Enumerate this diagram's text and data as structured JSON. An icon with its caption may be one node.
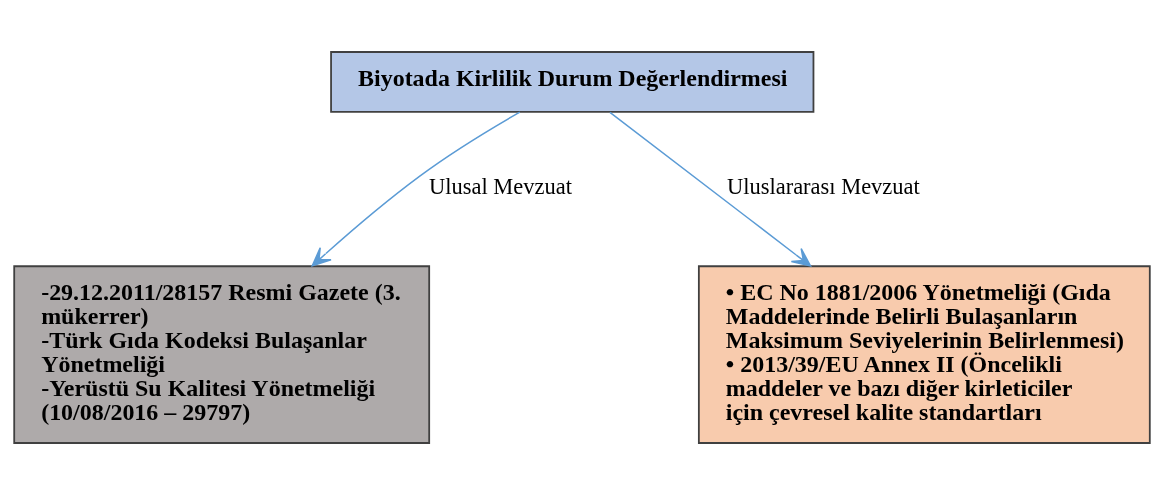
{
  "diagram": {
    "nodes": [
      {
        "text": [
          "Biyotada Kirlilik Durum Değerlendirmesi"
        ]
      },
      {
        "text": [
          "-29.12.2011/28157 Resmi Gazete (3. mükerrer)",
          "-Türk Gıda Kodeksi Bulaşanlar Yönetmeliği",
          "-Yerüstü Su Kalitesi Yönetmeliği (10/08/2016 – 29797)"
        ]
      },
      {
        "text": [
          "• EC No 1881/2006 Yönetmeliği (Gıda Maddelerinde Belirli Bulaşanların Maksimum Seviyelerinin Belirlenmesi)",
          "• 2013/39/EU Annex II (Öncelikli maddeler ve bazı diğer kirleticiler için çevresel kalite standartları"
        ]
      }
    ],
    "edges": [
      {
        "from": 0,
        "to": 1,
        "arrow": "to",
        "label": "Ulusal Mevzuat"
      },
      {
        "from": 0,
        "to": 2,
        "arrow": "to",
        "label": "Uluslararası Mevzuat"
      }
    ]
  }
}
